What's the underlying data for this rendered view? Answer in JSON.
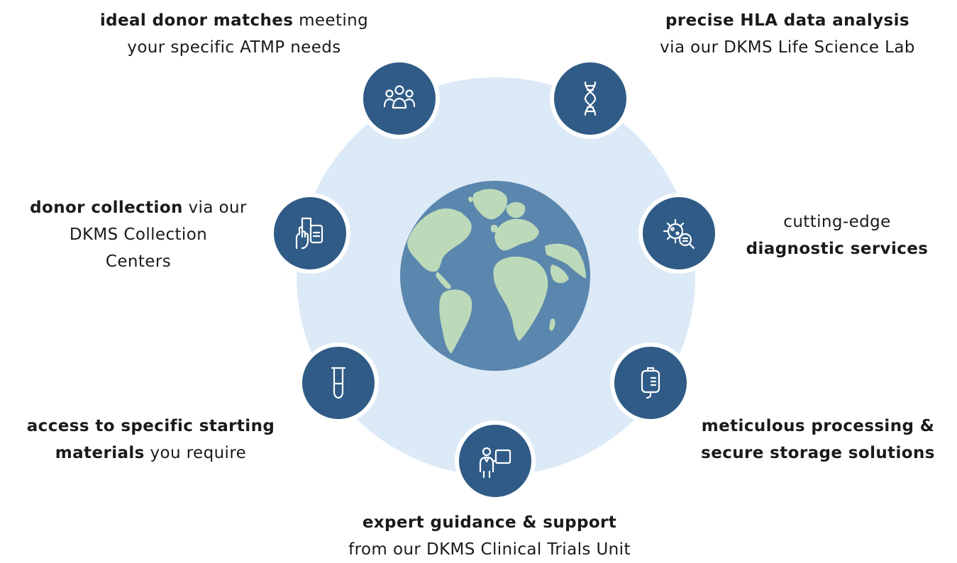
{
  "colors": {
    "ring": "#dce9f7",
    "node": "#2f5b86",
    "ocean": "#5b86ad",
    "land": "#bcdab9"
  },
  "globe_icon": "world-globe-icon",
  "services": [
    {
      "icon": "donor-group-icon",
      "bold": "ideal donor matches",
      "text_after": " meeting",
      "line2": "your specific ATMP needs"
    },
    {
      "icon": "dna-helix-icon",
      "bold": "precise HLA data analysis",
      "line2": "via our DKMS Life Science Lab"
    },
    {
      "icon": "virus-magnifier-icon",
      "line1": "cutting-edge",
      "bold": "diagnostic services"
    },
    {
      "icon": "blood-bag-icon",
      "bold": "meticulous processing &",
      "bold2": "secure storage solutions"
    },
    {
      "icon": "expert-presentation-icon",
      "bold": "expert guidance & support",
      "line2": "from our DKMS Clinical Trials Unit"
    },
    {
      "icon": "test-tube-icon",
      "bold": "access to specific starting",
      "bold2": "materials",
      "text_after": " you require"
    },
    {
      "icon": "hand-infusion-icon",
      "bold": "donor collection",
      "text_after": " via our",
      "line2": "DKMS Collection",
      "line3": "Centers"
    }
  ]
}
